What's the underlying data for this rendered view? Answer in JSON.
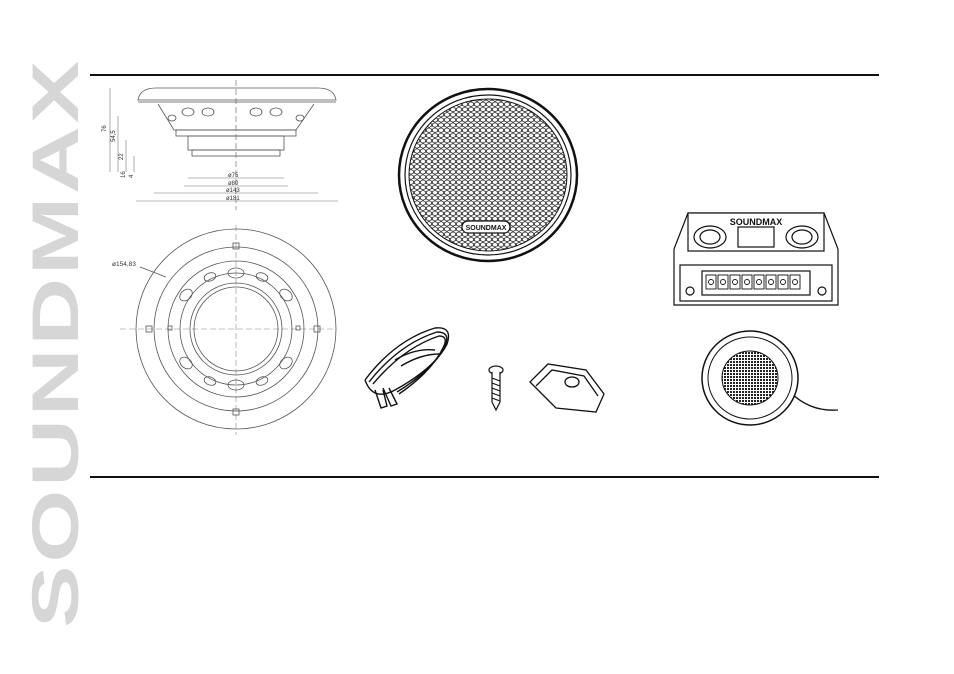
{
  "brand": {
    "wordmark": "SOUNDMAX",
    "color": "#d6d6d6"
  },
  "drawing": {
    "side_dims": [
      "76",
      "54,5",
      "22",
      "16",
      "4"
    ],
    "width_dims": [
      "ø75",
      "ø80",
      "ø143",
      "ø181"
    ],
    "front_dim": "ø154,83"
  },
  "grille": {
    "logo": "SOUNDMAX"
  },
  "crossover": {
    "logo": "SOUNDMAX"
  }
}
